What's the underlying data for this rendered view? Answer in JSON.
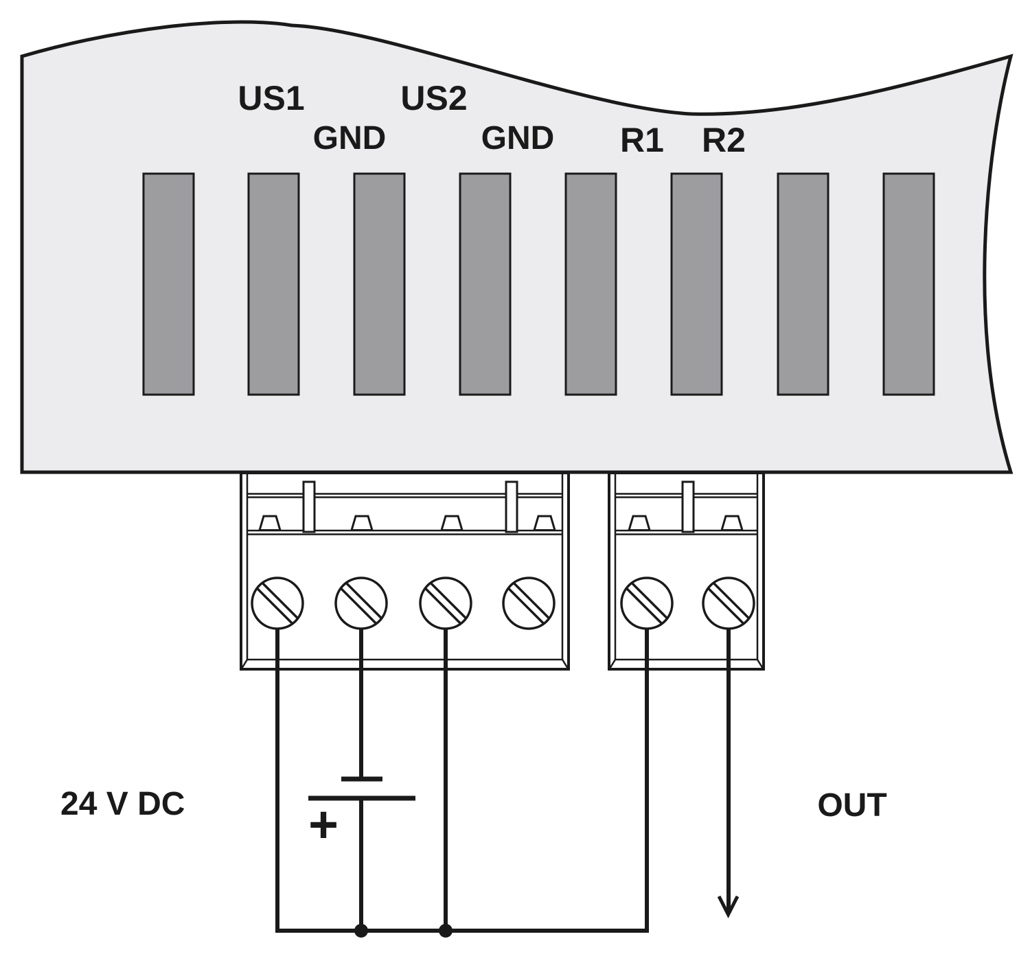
{
  "diagram": {
    "description": "terminal-wiring-diagram",
    "colors": {
      "line": "#1a1a1a",
      "panel_fill": "#ececee",
      "slot_fill": "#9d9da0",
      "white": "#ffffff"
    },
    "terminal_labels": {
      "us1": "US1",
      "gnd_left": "GND",
      "us2": "US2",
      "gnd_right": "GND",
      "r1": "R1",
      "r2": "R2"
    },
    "annotations": {
      "supply_voltage": "24 V DC",
      "battery_polarity": "+",
      "output": "OUT"
    }
  }
}
